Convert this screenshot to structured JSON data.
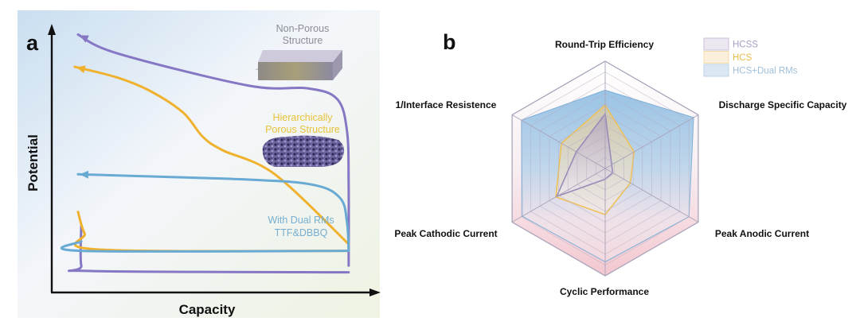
{
  "chart_data": [
    {
      "panel": "a",
      "type": "line",
      "panel_label": "a",
      "title": "",
      "xlabel": "Capacity",
      "ylabel": "Potential",
      "grid": false,
      "ticks": "none (schematic)",
      "colors": {
        "axis": "#111111",
        "purple": "#8677c4",
        "orange": "#f0b22e",
        "blue": "#68aad4"
      },
      "annotations": [
        {
          "id": "non-porous",
          "lines": [
            "Non-Porous",
            "Structure"
          ],
          "color": "#8c8c96"
        },
        {
          "id": "hierarchical",
          "lines": [
            "Hierarchically",
            "Porous Structure"
          ],
          "color": "#e8c23a"
        },
        {
          "id": "dual-rms",
          "lines": [
            "With Dual RMs",
            "TTF&DBBQ"
          ],
          "color": "#78aed0"
        }
      ],
      "series": [
        {
          "name": "Non-Porous Structure",
          "color": "#8677c4",
          "charge": [
            [
              0.08,
              0.96
            ],
            [
              0.2,
              0.89
            ],
            [
              0.6,
              0.77
            ],
            [
              0.78,
              0.76
            ],
            [
              0.87,
              0.72
            ],
            [
              0.9,
              0.6
            ],
            [
              0.905,
              0.4
            ],
            [
              0.905,
              0.1
            ]
          ],
          "discharge": [
            [
              0.09,
              0.25
            ],
            [
              0.09,
              0.1
            ],
            [
              0.12,
              0.08
            ],
            [
              0.905,
              0.075
            ]
          ]
        },
        {
          "name": "Hierarchically Porous Structure",
          "color": "#f0b22e",
          "charge": [
            [
              0.07,
              0.84
            ],
            [
              0.2,
              0.8
            ],
            [
              0.3,
              0.75
            ],
            [
              0.4,
              0.67
            ],
            [
              0.46,
              0.58
            ],
            [
              0.52,
              0.53
            ],
            [
              0.68,
              0.44
            ],
            [
              0.905,
              0.18
            ]
          ],
          "discharge": [
            [
              0.08,
              0.3
            ],
            [
              0.1,
              0.22
            ],
            [
              0.14,
              0.16
            ],
            [
              0.905,
              0.155
            ]
          ]
        },
        {
          "name": "With Dual RMs TTF&DBBQ",
          "color": "#68aad4",
          "charge": [
            [
              0.08,
              0.44
            ],
            [
              0.6,
              0.42
            ],
            [
              0.8,
              0.4
            ],
            [
              0.88,
              0.35
            ],
            [
              0.9,
              0.26
            ],
            [
              0.905,
              0.155
            ]
          ],
          "discharge": [
            [
              0.09,
              0.19
            ],
            [
              0.09,
              0.155
            ],
            [
              0.905,
              0.155
            ]
          ]
        }
      ],
      "xlim": [
        0,
        1
      ],
      "ylim": [
        0,
        1
      ]
    },
    {
      "panel": "b",
      "type": "radar",
      "panel_label": "b",
      "title": "",
      "axes": [
        "Round-Trip Efficiency",
        "Discharge Specific Capacity",
        "Peak Anodic Current",
        "Cyclic Performance",
        "Peak Cathodic Current",
        "1/Interface Resistence"
      ],
      "rlim": [
        0,
        10
      ],
      "rings": 10,
      "legend": {
        "position": "top-right",
        "entries": [
          "HCSS",
          "HCS",
          "HCS+Dual RMs"
        ]
      },
      "series": [
        {
          "name": "HCS+Dual RMs",
          "color": "#7fb0d8",
          "fill": "#a9cbe6",
          "values": [
            7.3,
            9.5,
            9.0,
            8.7,
            8.9,
            9.0
          ]
        },
        {
          "name": "HCS",
          "color": "#eec15a",
          "fill": "#f3d9a3",
          "values": [
            5.9,
            3.1,
            2.7,
            4.3,
            5.3,
            4.7
          ]
        },
        {
          "name": "HCSS",
          "color": "#9a8ab8",
          "fill": "#cbbcd9",
          "values": [
            5.1,
            0.7,
            0.8,
            1.0,
            5.2,
            3.1
          ]
        }
      ],
      "legend_text_colors": {
        "HCSS": "#a79cc4",
        "HCS": "#e9bd4a",
        "HCS+Dual RMs": "#9fbfda"
      }
    }
  ]
}
